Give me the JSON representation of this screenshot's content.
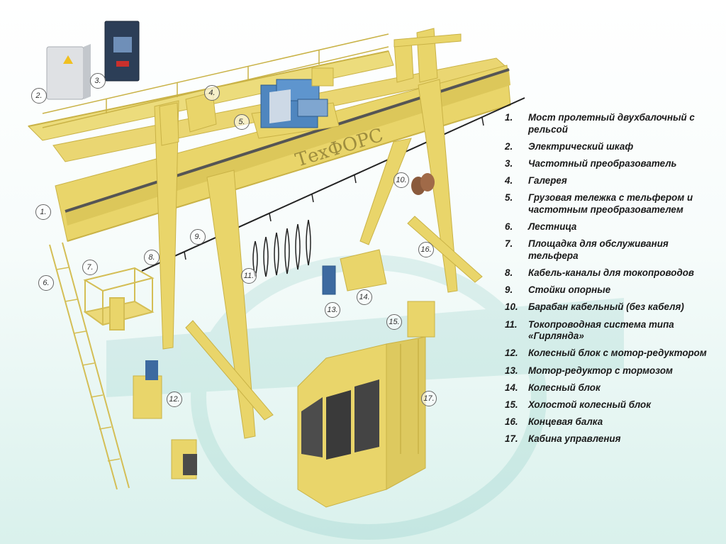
{
  "brand_text": "ТехФОРС",
  "colors": {
    "crane_yellow": "#e9d56a",
    "crane_yellow_dark": "#c9b246",
    "rail_gray": "#555555",
    "cabinet_blue": "#4f86bf",
    "inverter_dark": "#2c3e57",
    "motor_blue": "#3d6aa0",
    "background_teal": "#d9f1ec"
  },
  "callouts": [
    "1.",
    "2.",
    "3.",
    "4.",
    "5.",
    "6.",
    "7.",
    "8.",
    "9.",
    "10.",
    "11.",
    "12.",
    "13.",
    "14.",
    "15.",
    "16.",
    "17."
  ],
  "legend": [
    {
      "num": "1.",
      "text": "Мост пролетный двухбалочный с рельсой"
    },
    {
      "num": "2.",
      "text": "Электрический шкаф"
    },
    {
      "num": "3.",
      "text": "Частотный преобразователь"
    },
    {
      "num": "4.",
      "text": "Галерея"
    },
    {
      "num": "5.",
      "text": "Грузовая тележка с тельфером и частотным преобразователем"
    },
    {
      "num": "6.",
      "text": "Лестница"
    },
    {
      "num": "7.",
      "text": "Площадка для обслуживания тельфера"
    },
    {
      "num": "8.",
      "text": "Кабель-каналы для токопроводов"
    },
    {
      "num": "9.",
      "text": "Стойки опорные"
    },
    {
      "num": "10.",
      "text": "Барабан кабельный (без кабеля)"
    },
    {
      "num": "11.",
      "text": "Токопроводная система типа «Гирлянда»"
    },
    {
      "num": "12.",
      "text": "Колесный блок с мотор-редуктором"
    },
    {
      "num": "13.",
      "text": "Мотор-редуктор с тормозом"
    },
    {
      "num": "14.",
      "text": "Колесный блок"
    },
    {
      "num": "15.",
      "text": "Холостой колесный блок"
    },
    {
      "num": "16.",
      "text": "Концевая балка"
    },
    {
      "num": "17.",
      "text": "Кабина управления"
    }
  ]
}
